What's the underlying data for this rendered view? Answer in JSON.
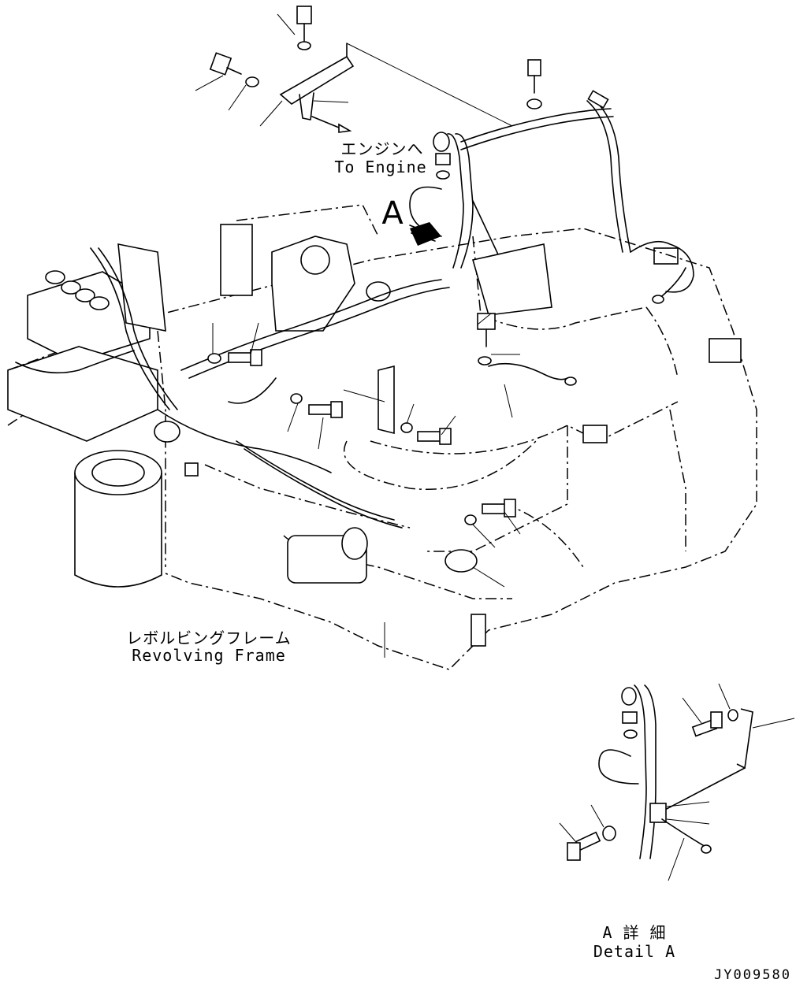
{
  "labels": {
    "engine_jp": "エンジンへ",
    "engine_en": "To Engine",
    "view_marker": "A",
    "frame_jp": "レボルビングフレーム",
    "frame_en": "Revolving Frame",
    "detail_jp": "A 詳 細",
    "detail_en": "Detail A",
    "drawing_code": "JY009580"
  }
}
